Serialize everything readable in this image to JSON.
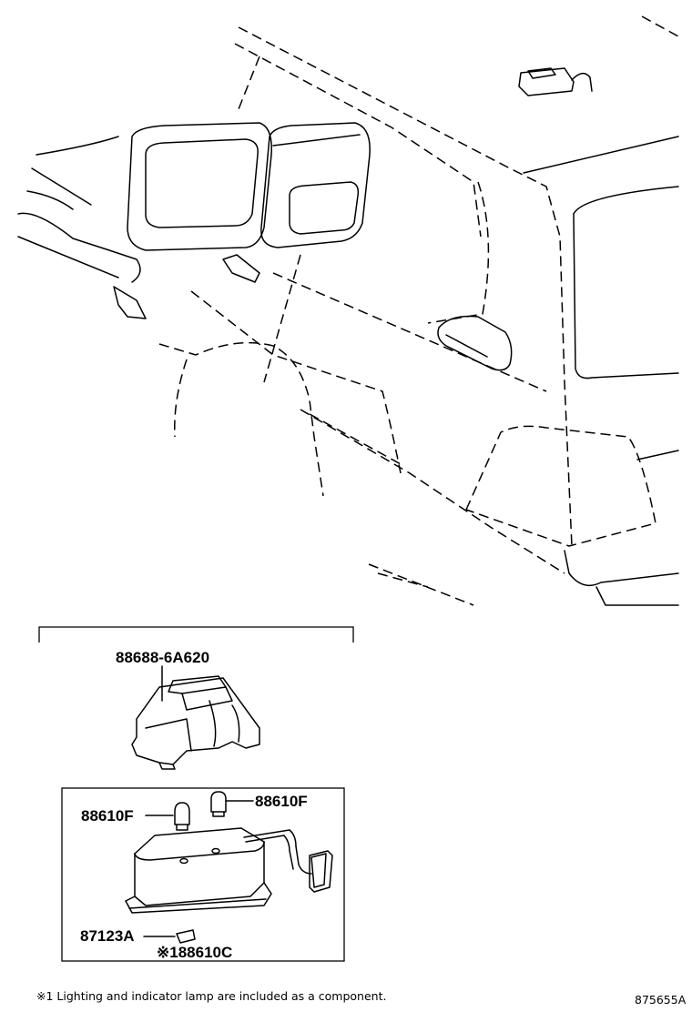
{
  "parts": {
    "bracket": "88688-6A620",
    "bulb_left": "88610F",
    "bulb_right": "88610F",
    "clip": "87123A",
    "lamp_assembly": "※188610C"
  },
  "footnote": "※1 Lighting and indicator lamp are included as a component.",
  "reference_number": "875655A"
}
